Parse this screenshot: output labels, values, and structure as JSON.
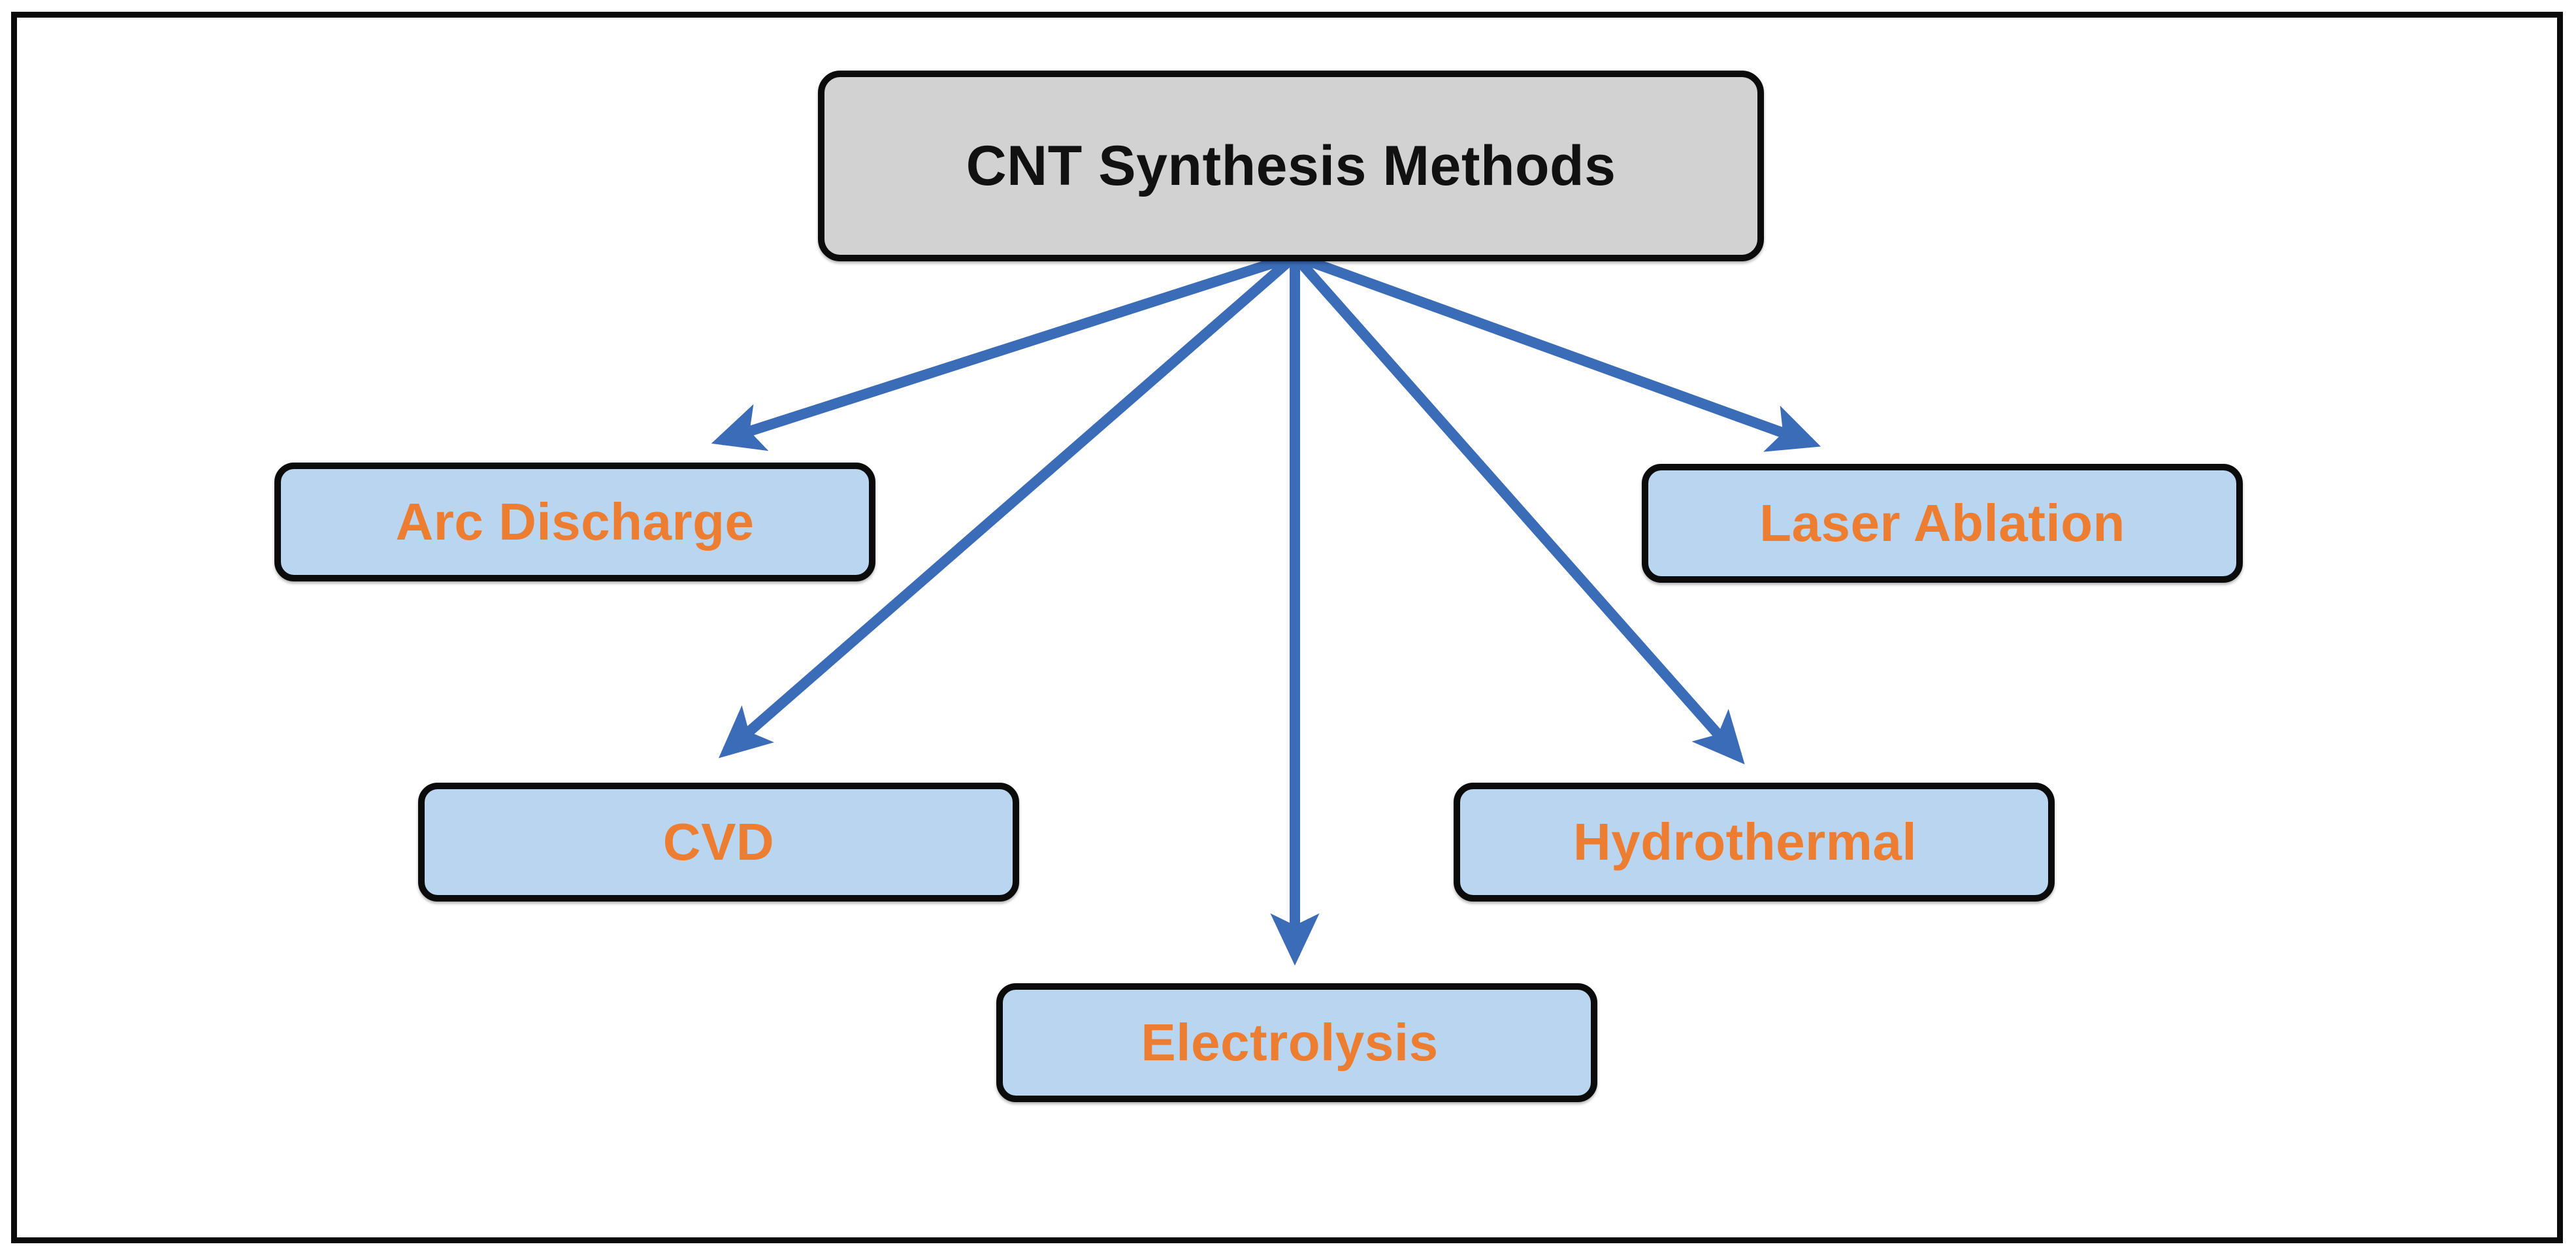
{
  "diagram": {
    "title": "CNT Synthesis Methods",
    "frame": {
      "border_color": "#0a0a0a",
      "background_color": "#ffffff"
    },
    "palette": {
      "root_fill": "#d2d2d2",
      "root_text": "#111111",
      "child_fill": "#bad5f0",
      "child_text": "#ed7d31",
      "node_border": "#0b0b0b",
      "arrow_color": "#3b6cb8"
    },
    "root": {
      "label": "CNT Synthesis Methods"
    },
    "children": [
      {
        "id": "arc-discharge",
        "label": "Arc Discharge"
      },
      {
        "id": "cvd",
        "label": "CVD"
      },
      {
        "id": "electrolysis",
        "label": "Electrolysis"
      },
      {
        "id": "hydrothermal",
        "label": "Hydrothermal"
      },
      {
        "id": "laser-ablation",
        "label": "Laser Ablation"
      }
    ],
    "edges": [
      {
        "from": "root",
        "to": "arc-discharge",
        "style": "arrow"
      },
      {
        "from": "root",
        "to": "cvd",
        "style": "arrow"
      },
      {
        "from": "root",
        "to": "electrolysis",
        "style": "arrow"
      },
      {
        "from": "root",
        "to": "hydrothermal",
        "style": "arrow"
      },
      {
        "from": "root",
        "to": "laser-ablation",
        "style": "arrow"
      }
    ]
  }
}
